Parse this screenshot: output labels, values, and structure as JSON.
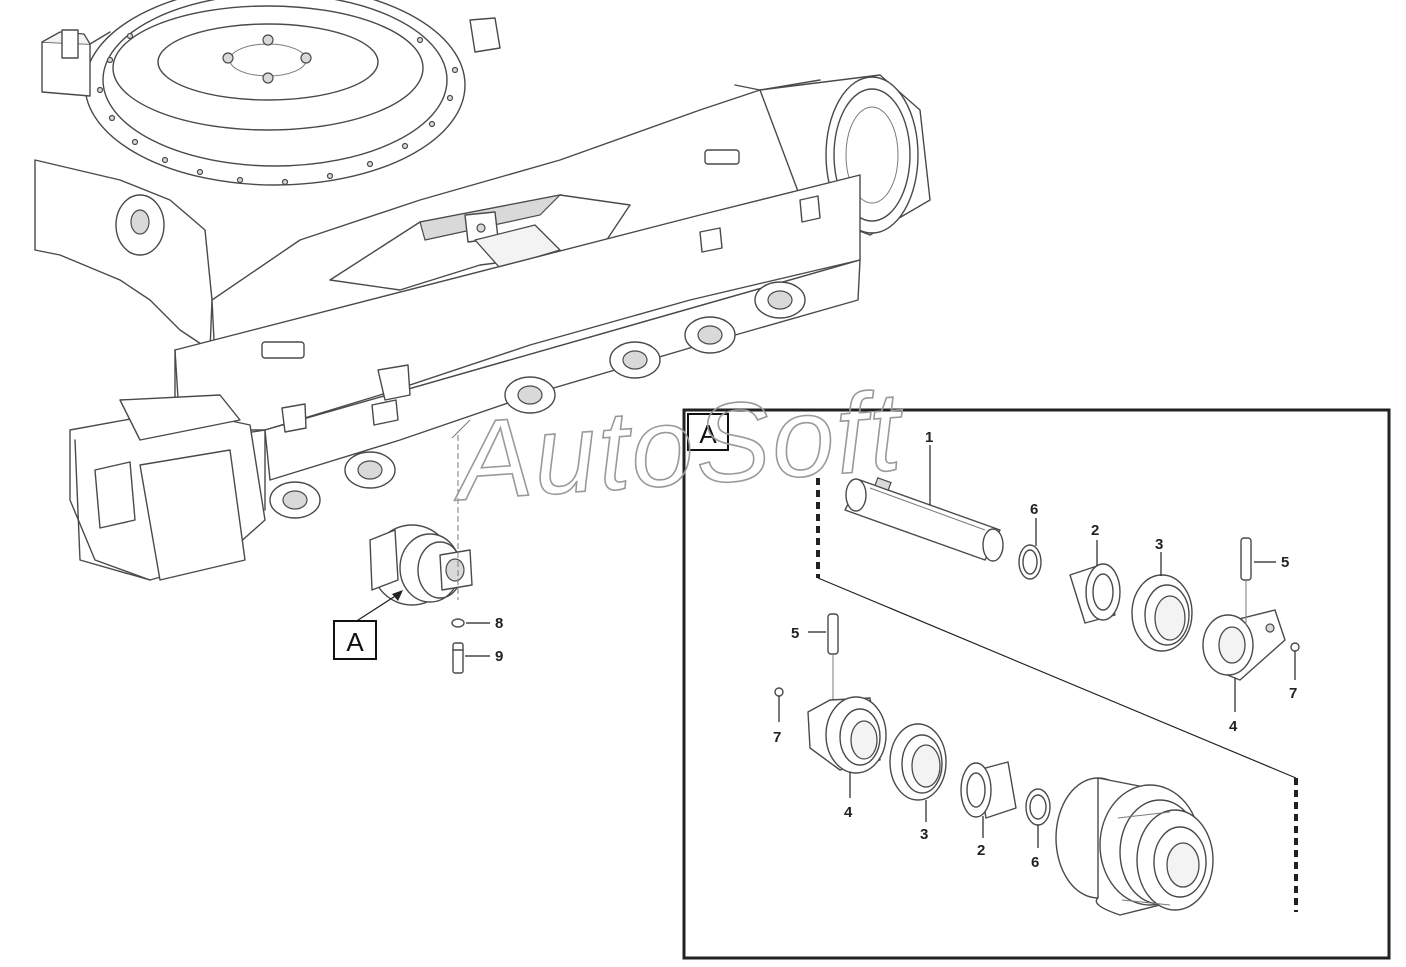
{
  "overview_tag": "A",
  "detail_tag": "A",
  "watermark": "AutoSoft",
  "callouts": {
    "c1": "1",
    "c2a": "2",
    "c2b": "2",
    "c3a": "3",
    "c3b": "3",
    "c4a": "4",
    "c4b": "4",
    "c5a": "5",
    "c5b": "5",
    "c6a": "6",
    "c6b": "6",
    "c7a": "7",
    "c7b": "7",
    "c8": "8",
    "c9": "9"
  }
}
